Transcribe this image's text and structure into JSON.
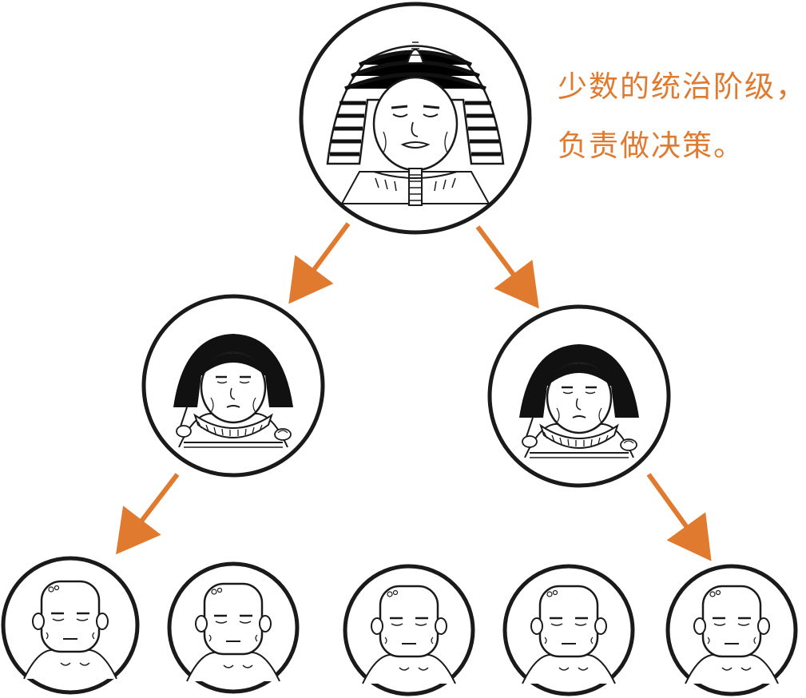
{
  "caption": {
    "line1": "少数的统治阶级，",
    "line2": "负责做决策。"
  },
  "colors": {
    "accent": "#e07a2e",
    "outline": "#1a1a1a",
    "hair": "#111111"
  },
  "figures": {
    "top": "pharaoh-ruler",
    "middle": [
      "scribe-official",
      "scribe-official"
    ],
    "bottom": [
      "commoner",
      "commoner",
      "commoner",
      "commoner",
      "commoner"
    ]
  },
  "hierarchy": [
    {
      "from": "pharaoh-ruler",
      "to": "scribe-official-left"
    },
    {
      "from": "pharaoh-ruler",
      "to": "scribe-official-right"
    },
    {
      "from": "scribe-official-left",
      "to": "commoners-left"
    },
    {
      "from": "scribe-official-right",
      "to": "commoners-right"
    }
  ]
}
